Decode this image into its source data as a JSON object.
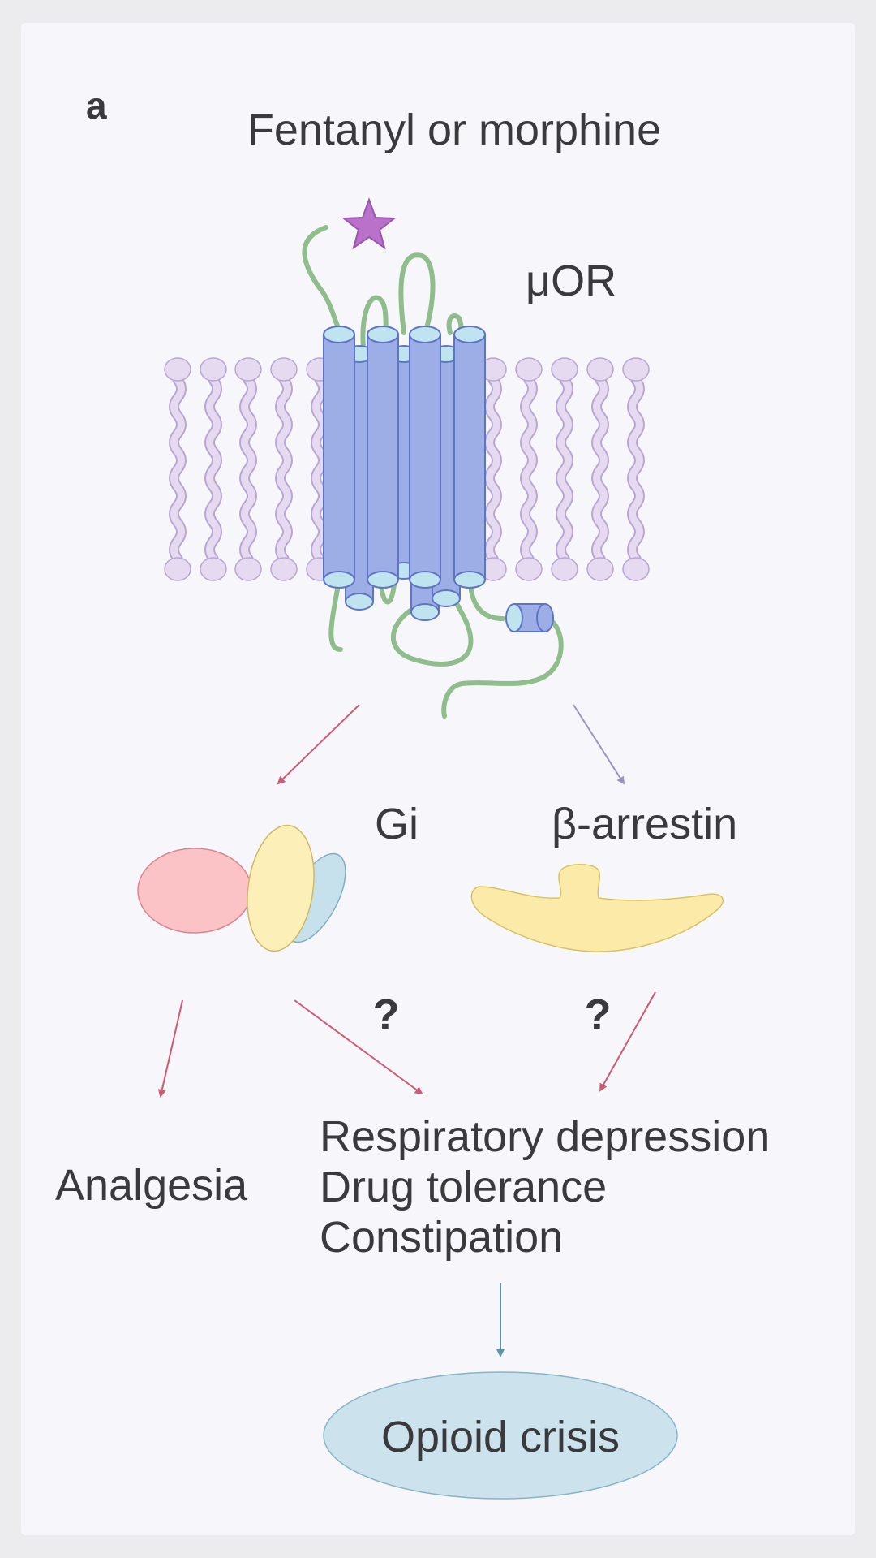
{
  "panel_letter": "a",
  "ligand_label": "Fentanyl or morphine",
  "receptor_label": "μOR",
  "gi_label": "Gi",
  "arrestin_label": "β-arrestin",
  "question_mark_gi": "?",
  "question_mark_arrestin": "?",
  "analgesia_label": "Analgesia",
  "side_effects": [
    "Respiratory depression",
    "Drug tolerance",
    "Constipation"
  ],
  "crisis_label": "Opioid crisis",
  "colors": {
    "background_panel": "#f7f7fb",
    "ligand_star": "#b971c9",
    "helix_body": "#9daee6",
    "helix_cap": "#bfe3ef",
    "loop": "#8fbd8c",
    "lipid": "#e6daf1",
    "gi_alpha": "#fcc3c6",
    "gi_beta": "#fcefb8",
    "gi_gamma": "#c6e1ec",
    "arrestin": "#fbeaa8",
    "arrow_red": "#cf5a72",
    "arrow_purple": "#9a94c4",
    "arrow_teal": "#5b97a8",
    "crisis_fill": "#cce2ec"
  }
}
